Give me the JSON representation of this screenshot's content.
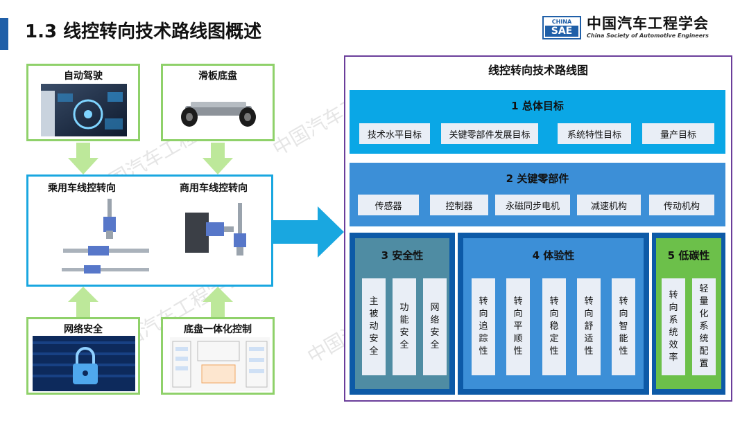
{
  "header": {
    "title": "1.3 线控转向技术路线图概述",
    "logo_box_top": "CHINA",
    "logo_box_bottom": "SAE",
    "logo_cn": "中国汽车工程学会",
    "logo_en": "China Society of Automotive Engineers"
  },
  "watermark": "中国汽车工程学会",
  "left": {
    "top_boxes": [
      {
        "label": "自动驾驶"
      },
      {
        "label": "滑板底盘"
      }
    ],
    "middle": {
      "labels": [
        "乘用车线控转向",
        "商用车线控转向"
      ]
    },
    "bottom_boxes": [
      {
        "label": "网络安全"
      },
      {
        "label": "底盘一体化控制"
      }
    ]
  },
  "roadmap": {
    "title": "线控转向技术路线图",
    "sections": [
      {
        "heading": "1 总体目标",
        "items": [
          "技术水平目标",
          "关键零部件发展目标",
          "系统特性目标",
          "量产目标"
        ]
      },
      {
        "heading": "2 关键零部件",
        "items": [
          "传感器",
          "控制器",
          "永磁同步电机",
          "减速机构",
          "传动机构"
        ]
      }
    ],
    "columns": [
      {
        "heading": "3 安全性",
        "items": [
          "主被动安全",
          "功能安全",
          "网络安全"
        ]
      },
      {
        "heading": "4 体验性",
        "items": [
          "转向追踪性",
          "转向平顺性",
          "转向稳定性",
          "转向舒适性",
          "转向智能性"
        ]
      },
      {
        "heading": "5 低碳性",
        "items": [
          "转向系统效率",
          "轻量化系统配置"
        ]
      }
    ]
  },
  "colors": {
    "accent": "#1f5fa8",
    "green_border": "#8fd16a",
    "arrow_green": "#bde89a",
    "arrow_blue": "#19a7e0",
    "panel_border": "#6a3d9a",
    "sec1": "#0aa7e6",
    "sec2": "#3c8fd7",
    "col_safety": "#4f8ca3",
    "col_experience": "#3c8fd7",
    "col_lowcarbon": "#6cc04a",
    "chip": "#e9eef6"
  }
}
